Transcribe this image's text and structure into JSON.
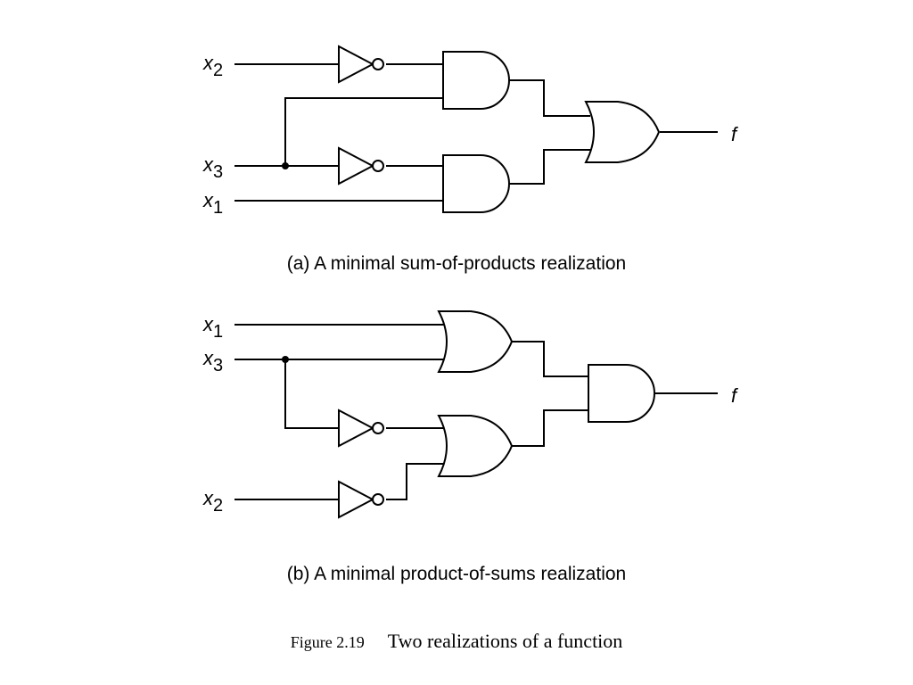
{
  "circuit_a": {
    "caption": "(a) A minimal sum-of-products realization",
    "labels": {
      "x2": {
        "var": "x",
        "sub": "2"
      },
      "x3": {
        "var": "x",
        "sub": "3"
      },
      "x1": {
        "var": "x",
        "sub": "1"
      },
      "f": "f"
    }
  },
  "circuit_b": {
    "caption": "(b) A minimal product-of-sums realization",
    "labels": {
      "x1": {
        "var": "x",
        "sub": "1"
      },
      "x3": {
        "var": "x",
        "sub": "3"
      },
      "x2": {
        "var": "x",
        "sub": "2"
      },
      "f": "f"
    }
  },
  "figure": {
    "number": "Figure 2.19",
    "title": "Two realizations of a function"
  }
}
